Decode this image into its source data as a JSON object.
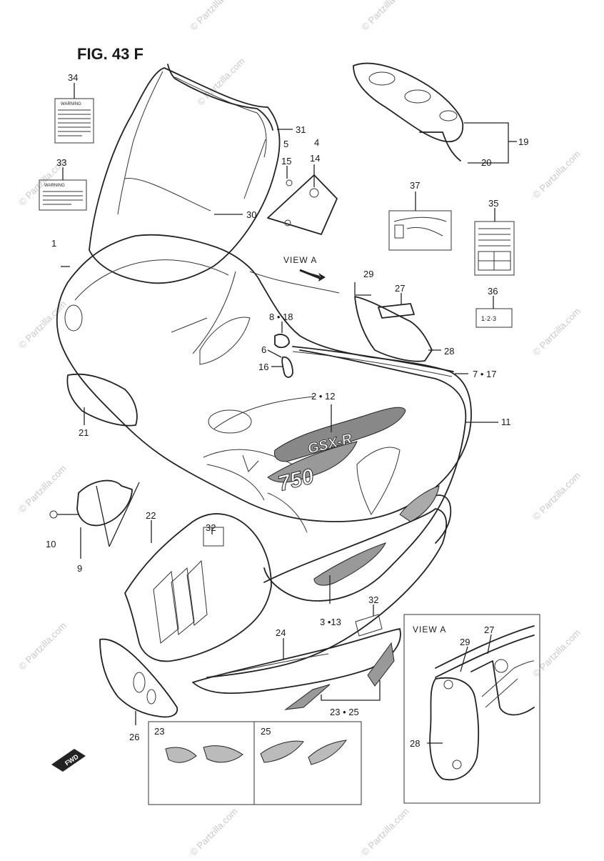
{
  "figure": {
    "title": "FIG. 43 F"
  },
  "view_label": "VIEW A",
  "inset": {
    "title": "VIEW A",
    "labels": {
      "l29": "29",
      "l27": "27",
      "l28": "28"
    }
  },
  "box23": "23",
  "box25": "25",
  "fwd": "FWD",
  "labels": {
    "warn34": "WARNING",
    "warn33": "WARNING",
    "decal_gsxr": "GSX-R",
    "decal_750": "750",
    "id36": "1·2·3"
  },
  "watermark": "© Partzilla.com",
  "callouts": [
    {
      "id": "c34",
      "text": "34"
    },
    {
      "id": "c33",
      "text": "33"
    },
    {
      "id": "c1",
      "text": "1"
    },
    {
      "id": "c31",
      "text": "31"
    },
    {
      "id": "c30",
      "text": "30"
    },
    {
      "id": "c5",
      "text": "5"
    },
    {
      "id": "c15",
      "text": "15"
    },
    {
      "id": "c4",
      "text": "4"
    },
    {
      "id": "c14",
      "text": "14"
    },
    {
      "id": "c19",
      "text": "19"
    },
    {
      "id": "c20",
      "text": "20"
    },
    {
      "id": "c37",
      "text": "37"
    },
    {
      "id": "c35",
      "text": "35"
    },
    {
      "id": "c36",
      "text": "36"
    },
    {
      "id": "c29",
      "text": "29"
    },
    {
      "id": "c27",
      "text": "27"
    },
    {
      "id": "c28",
      "text": "28"
    },
    {
      "id": "c8_18",
      "text": "8 • 18"
    },
    {
      "id": "c6",
      "text": "6"
    },
    {
      "id": "c16",
      "text": "16"
    },
    {
      "id": "c7_17",
      "text": "7 • 17"
    },
    {
      "id": "c2_12",
      "text": "2 • 12"
    },
    {
      "id": "c11",
      "text": "11"
    },
    {
      "id": "c21",
      "text": "21"
    },
    {
      "id": "c22",
      "text": "22"
    },
    {
      "id": "c32a",
      "text": "32"
    },
    {
      "id": "c10",
      "text": "10"
    },
    {
      "id": "c9",
      "text": "9"
    },
    {
      "id": "c3_13",
      "text": "3 •13"
    },
    {
      "id": "c32b",
      "text": "32"
    },
    {
      "id": "c24",
      "text": "24"
    },
    {
      "id": "c23_25",
      "text": "23 • 25"
    },
    {
      "id": "c26",
      "text": "26"
    }
  ]
}
